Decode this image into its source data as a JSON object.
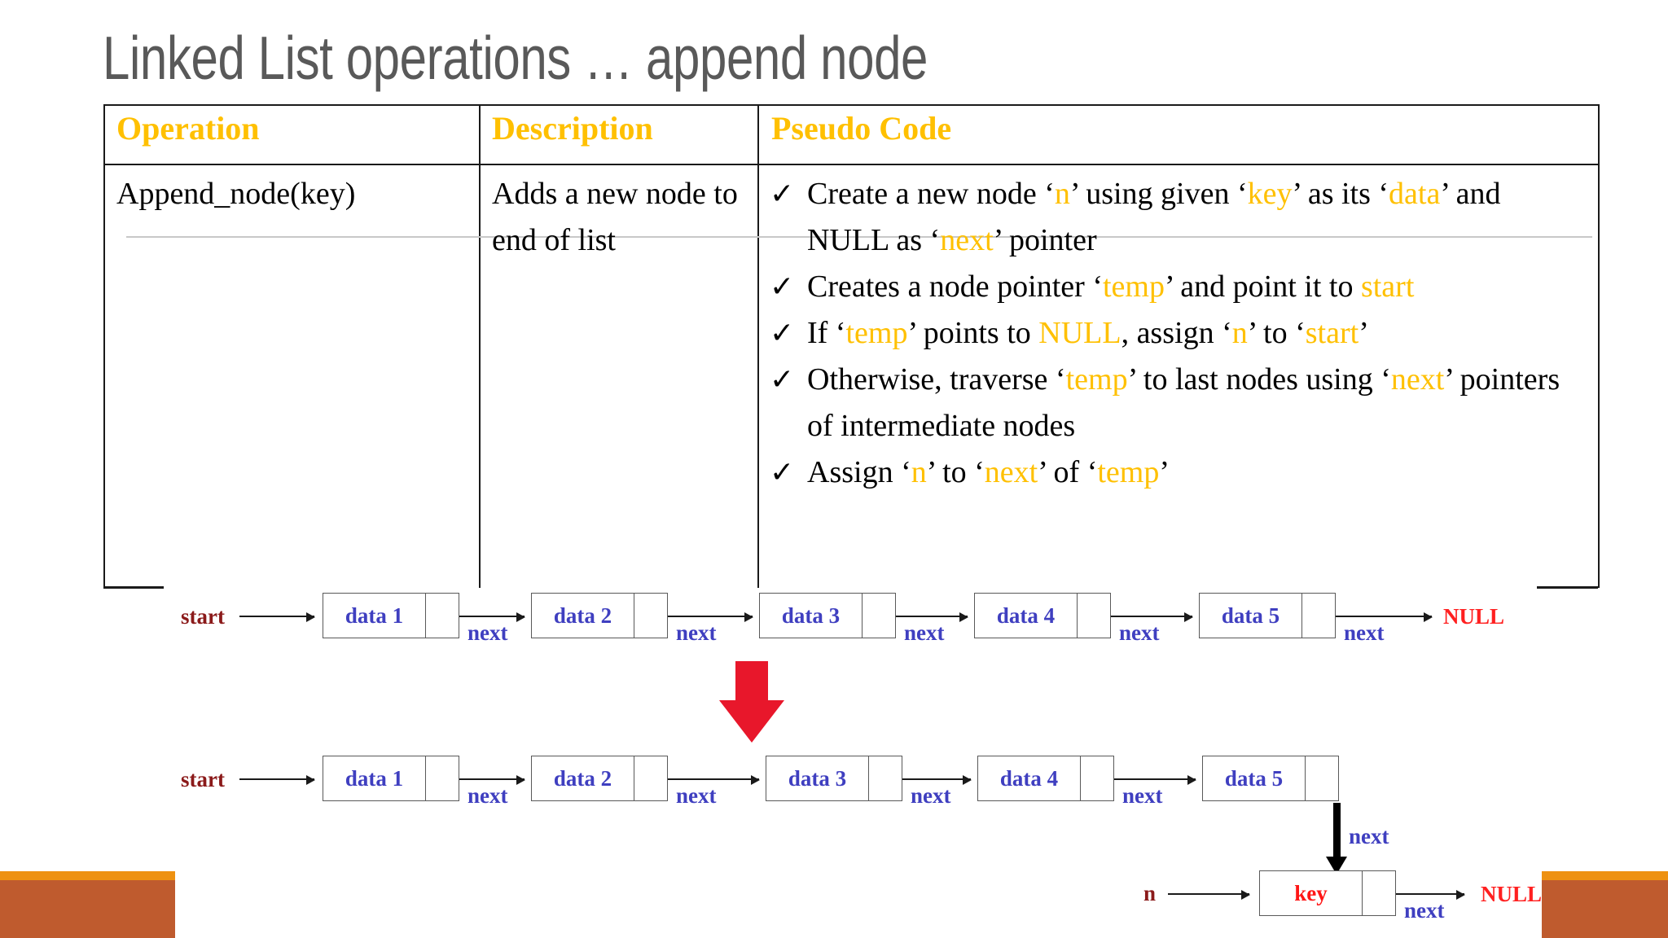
{
  "slide": {
    "title": "Linked List operations … append node"
  },
  "table": {
    "headers": [
      "Operation",
      "Description",
      "Pseudo Code"
    ],
    "row": {
      "operation": "Append_node(key)",
      "description": "Adds a new node to end of list",
      "pseudo_code": [
        {
          "check": "✓",
          "segments": [
            {
              "t": "Create a new node ‘",
              "hl": false
            },
            {
              "t": "n",
              "hl": true
            },
            {
              "t": "’ using given ‘",
              "hl": false
            },
            {
              "t": "key",
              "hl": true
            },
            {
              "t": "’ as its ‘",
              "hl": false
            },
            {
              "t": "data",
              "hl": true
            },
            {
              "t": "’ and NULL as ‘",
              "hl": false
            },
            {
              "t": "next",
              "hl": true
            },
            {
              "t": "’ pointer",
              "hl": false
            }
          ]
        },
        {
          "check": "✓",
          "segments": [
            {
              "t": "Creates a node pointer ‘",
              "hl": false
            },
            {
              "t": "temp",
              "hl": true
            },
            {
              "t": "’ and point it to ",
              "hl": false
            },
            {
              "t": "start",
              "hl": true
            }
          ]
        },
        {
          "check": "✓",
          "segments": [
            {
              "t": "If ‘",
              "hl": false
            },
            {
              "t": "temp",
              "hl": true
            },
            {
              "t": "’ points to ",
              "hl": false
            },
            {
              "t": "NULL",
              "hl": true
            },
            {
              "t": ", assign ‘",
              "hl": false
            },
            {
              "t": "n",
              "hl": true
            },
            {
              "t": "’ to ‘",
              "hl": false
            },
            {
              "t": "start",
              "hl": true
            },
            {
              "t": "’",
              "hl": false
            }
          ]
        },
        {
          "check": "✓",
          "segments": [
            {
              "t": "Otherwise, traverse ‘",
              "hl": false
            },
            {
              "t": "temp",
              "hl": true
            },
            {
              "t": "’ to last nodes using ‘",
              "hl": false
            },
            {
              "t": "next",
              "hl": true
            },
            {
              "t": "’ pointers of intermediate nodes",
              "hl": false
            }
          ]
        },
        {
          "check": "✓",
          "segments": [
            {
              "t": "Assign ‘",
              "hl": false
            },
            {
              "t": "n",
              "hl": true
            },
            {
              "t": "’ to ‘",
              "hl": false
            },
            {
              "t": "next",
              "hl": true
            },
            {
              "t": "’ of ‘",
              "hl": false
            },
            {
              "t": "temp",
              "hl": true
            },
            {
              "t": "’",
              "hl": false
            }
          ]
        }
      ]
    }
  },
  "diagram_before": {
    "start_label": "start",
    "nodes": [
      "data 1",
      "data 2",
      "data 3",
      "data 4",
      "data 5"
    ],
    "next_labels": [
      "next",
      "next",
      "next",
      "next",
      "next"
    ],
    "terminator": "NULL"
  },
  "diagram_after": {
    "start_label": "start",
    "nodes": [
      "data 1",
      "data 2",
      "data 3",
      "data 4",
      "data 5"
    ],
    "next_labels": [
      "next",
      "next",
      "next",
      "next"
    ],
    "down_next_label": "next",
    "new_node": {
      "pointer_label": "n",
      "data": "key",
      "next_label": "next",
      "terminator": "NULL"
    }
  },
  "transition": {
    "icon": "red-down-arrow"
  },
  "colors": {
    "title": "#595959",
    "header_text": "#FFC000",
    "highlight": "#FFC000",
    "node_data": "#3F3FC0",
    "next_label": "#3F3FC0",
    "start_label": "#8B1A1A",
    "null_label": "#FF2020",
    "key_text": "#FF1616",
    "red_arrow": "#E8172B",
    "footer_strip": "#EE9111",
    "footer_block": "#BF5B2E"
  }
}
